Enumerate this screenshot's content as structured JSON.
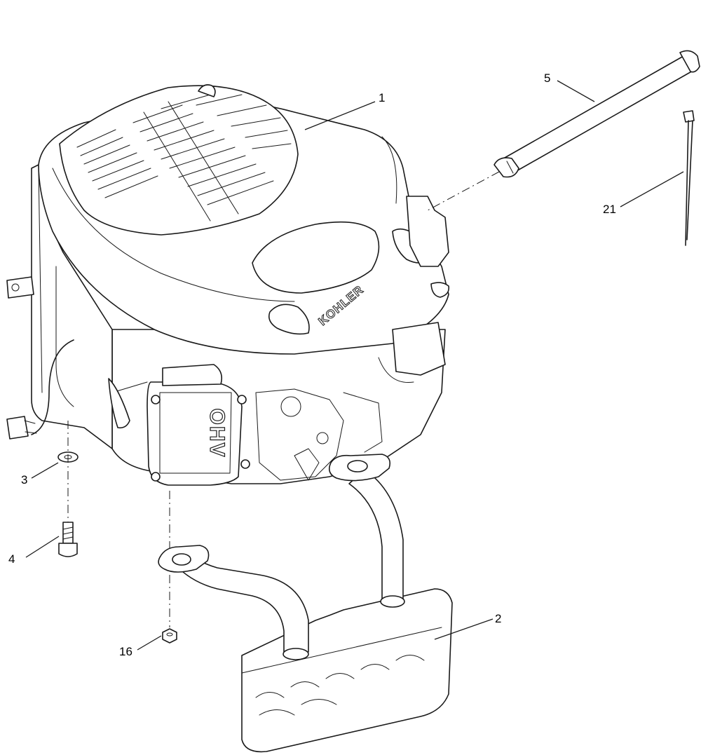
{
  "callouts": [
    {
      "id": "c1",
      "label": "1"
    },
    {
      "id": "c2",
      "label": "2"
    },
    {
      "id": "c3",
      "label": "3"
    },
    {
      "id": "c4",
      "label": "4"
    },
    {
      "id": "c5",
      "label": "5"
    },
    {
      "id": "c16",
      "label": "16"
    },
    {
      "id": "c21",
      "label": "21"
    }
  ],
  "markings": {
    "engine_brand": "KOHLER",
    "valve_cover": "OHV"
  }
}
